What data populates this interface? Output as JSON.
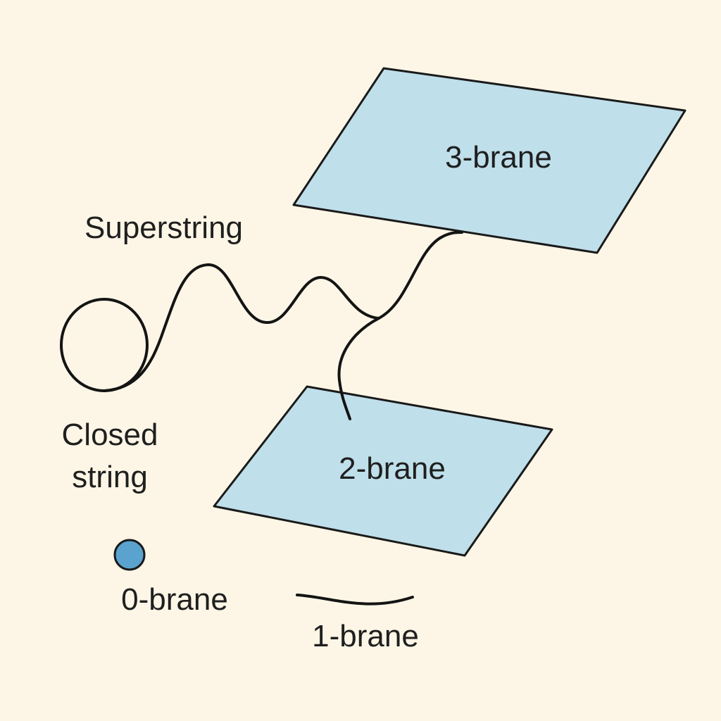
{
  "labels": {
    "three_brane": "3-brane",
    "two_brane": "2-brane",
    "superstring": "Superstring",
    "closed_string_line1": "Closed",
    "closed_string_line2": "string",
    "zero_brane": "0-brane",
    "one_brane": "1-brane"
  },
  "colors": {
    "background": "#fdf6e6",
    "brane_fill": "#bfdfea",
    "zero_brane_fill": "#5aa3cf",
    "stroke": "#141414"
  }
}
